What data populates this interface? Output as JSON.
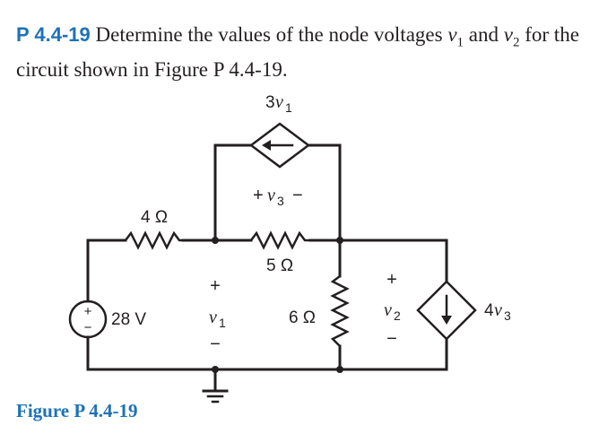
{
  "problem": {
    "number": "P 4.4-19",
    "text_before": " Determine the values of the node voltages ",
    "var1": "v",
    "sub1": "1",
    "conj": " and ",
    "var2": "v",
    "sub2": "2",
    "text_after": " for the circuit shown in Figure P 4.4-19."
  },
  "caption": "Figure P 4.4-19",
  "circuit": {
    "dep_source_top": {
      "coef": "3",
      "var": "v",
      "sub": "1"
    },
    "dep_source_right": {
      "coef": "4",
      "var": "v",
      "sub": "3"
    },
    "resistor_4": "4 Ω",
    "resistor_5": "5 Ω",
    "resistor_6": "6 Ω",
    "source_voltage": "28 V",
    "v3_label": {
      "plus": "+",
      "var": "v",
      "sub": "3",
      "minus": "−"
    },
    "v1_label": {
      "plus": "+",
      "var": "v",
      "sub": "1",
      "minus": "−"
    },
    "v2_label": {
      "plus": "+",
      "var": "v",
      "sub": "2",
      "minus": "−"
    },
    "source_plus": "+",
    "source_minus": "−"
  }
}
